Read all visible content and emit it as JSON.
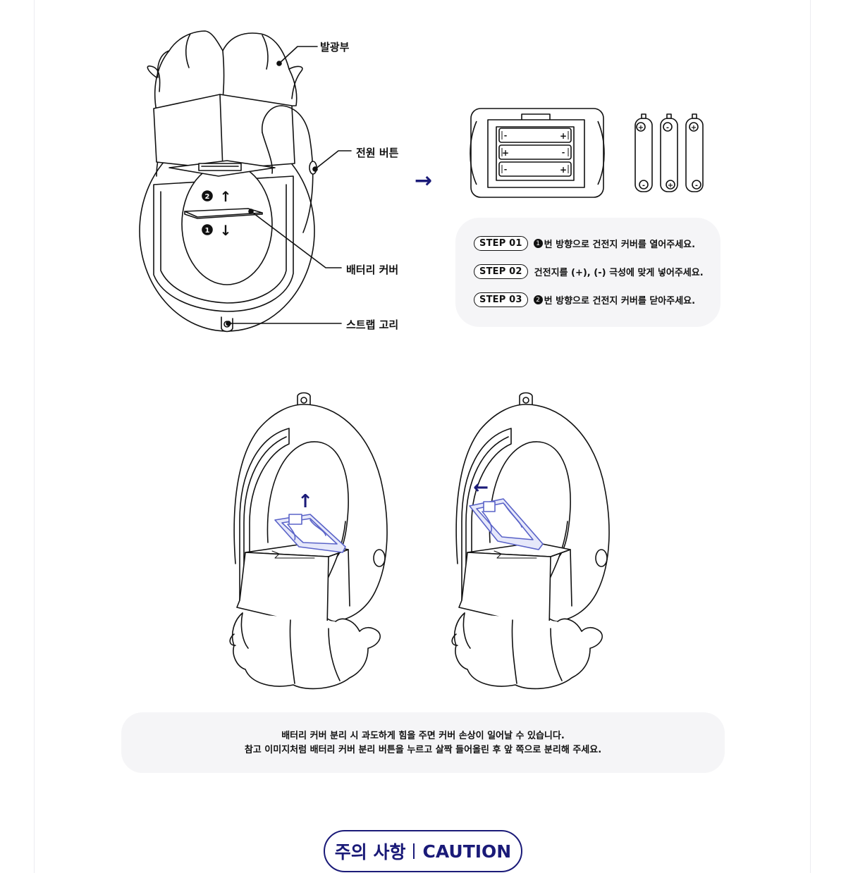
{
  "callouts": {
    "light_part": "발광부",
    "power_button": "전원 버튼",
    "battery_cover": "배터리 커버",
    "strap_ring": "스트랩 고리"
  },
  "direction_markers": {
    "step2_num": "2",
    "step1_num": "1",
    "up_arrow": "↑",
    "down_arrow": "↓",
    "next_arrow": "→",
    "lift_arrow": "↑",
    "left_arrow": "←"
  },
  "battery_labels": {
    "plus": "+",
    "minus": "-"
  },
  "steps": [
    {
      "label": "STEP 01",
      "badge": "1",
      "text": "번 방향으로 건전지 커버를 열어주세요."
    },
    {
      "label": "STEP 02",
      "badge": "",
      "text": "건전지를 (+), (-) 극성에 맞게 넣어주세요."
    },
    {
      "label": "STEP 03",
      "badge": "2",
      "text": "번 방향으로 건전지 커버를 닫아주세요."
    }
  ],
  "note": {
    "line1": "배터리 커버 분리 시 과도하게 힘을 주면 커버 손상이 일어날 수 있습니다.",
    "line2": "참고 이미지처럼 배터리 커버 분리 버튼을 누르고 살짝 들어올린 후 앞 쪽으로 분리해 주세요."
  },
  "caution": {
    "korean": "주의 사항",
    "english": "CAUTION"
  },
  "colors": {
    "accent": "#1a1a78",
    "panel_bg": "#f5f5f7",
    "line": "#111111",
    "cover_highlight": "#5a63c8"
  }
}
